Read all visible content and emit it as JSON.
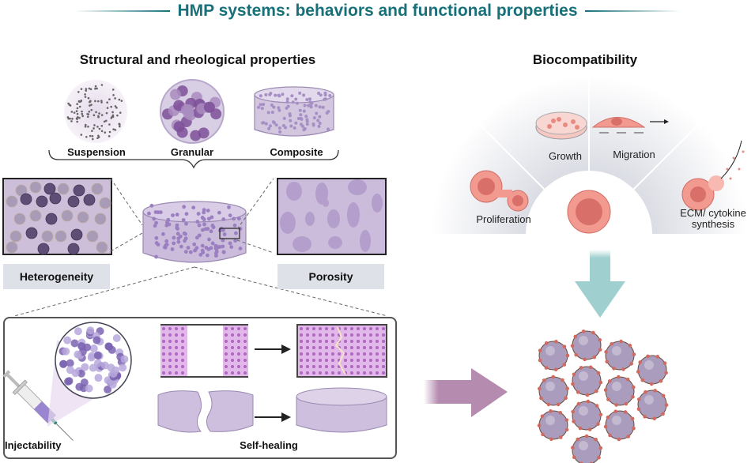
{
  "title": "HMP systems: behaviors and functional properties",
  "left_section": {
    "heading": "Structural and rheological properties",
    "types": [
      {
        "label": "Suspension"
      },
      {
        "label": "Granular"
      },
      {
        "label": "Composite"
      }
    ],
    "zoom_labels": {
      "heterogeneity": "Heterogeneity",
      "porosity": "Porosity"
    },
    "bottom_panel": {
      "injectability": "Injectability",
      "self_healing": "Self-healing"
    }
  },
  "right_section": {
    "heading": "Biocompatibility",
    "segments": [
      {
        "label": "Proliferation"
      },
      {
        "label": "Growth"
      },
      {
        "label": "Migration"
      },
      {
        "label": "ECM/ cytokine",
        "label2": "synthesis"
      }
    ]
  },
  "colors": {
    "title": "#17707a",
    "hydrogel": "#cdbfd9",
    "microparticle": "#8d7aa8",
    "cell": "#f08f86",
    "teal_arrow": "#9fd0cf",
    "purple_arrow": "#b58bb0"
  }
}
